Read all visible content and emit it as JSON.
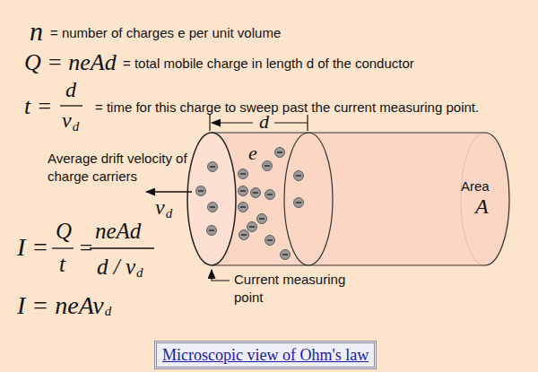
{
  "diagram": {
    "caption": "Microscopic view of Ohm's law",
    "labels": [
      "n",
      "= number of charges e per unit volume",
      "Q = neAd",
      "= total mobile charge in length d of the conductor",
      "t =",
      "d",
      "v",
      "d",
      "= time for this charge to sweep past the current measuring point.",
      "Average drift velocity of charge carriers",
      "v",
      "d",
      "e",
      "d",
      "Area",
      "A",
      "Current measuring point",
      "I =",
      "Q",
      "t",
      "=",
      "neAd",
      "d / v",
      "d",
      "I = neAv",
      "d"
    ]
  }
}
